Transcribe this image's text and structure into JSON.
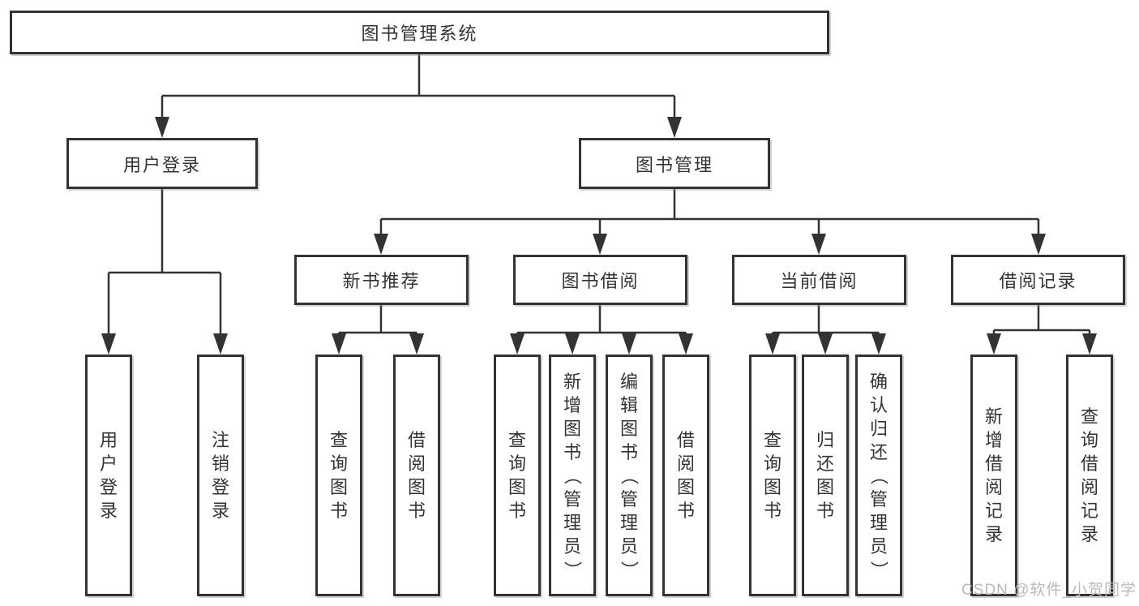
{
  "colors": {
    "line": "#333333",
    "text": "#333333",
    "box_background": "#ffffff",
    "watermark": "#b9b9b9"
  },
  "root": {
    "label": "图书管理系统"
  },
  "branches": {
    "user_login": {
      "label": "用户登录",
      "children": [
        "用户登录",
        "注销登录"
      ]
    },
    "book_mgmt": {
      "label": "图书管理",
      "sections": {
        "new_book": {
          "label": "新书推荐",
          "children": [
            "查询图书",
            "借阅图书"
          ]
        },
        "borrow": {
          "label": "图书借阅",
          "children": [
            "查询图书",
            "新增图书（管理员）",
            "编辑图书（管理员）",
            "借阅图书"
          ]
        },
        "current": {
          "label": "当前借阅",
          "children": [
            "查询图书",
            "归还图书",
            "确认归还（管理员）"
          ]
        },
        "records": {
          "label": "借阅记录",
          "children": [
            "新增借阅记录",
            "查询借阅记录"
          ]
        }
      }
    }
  },
  "watermark": {
    "text": "CSDN @软件_小贺同学"
  }
}
